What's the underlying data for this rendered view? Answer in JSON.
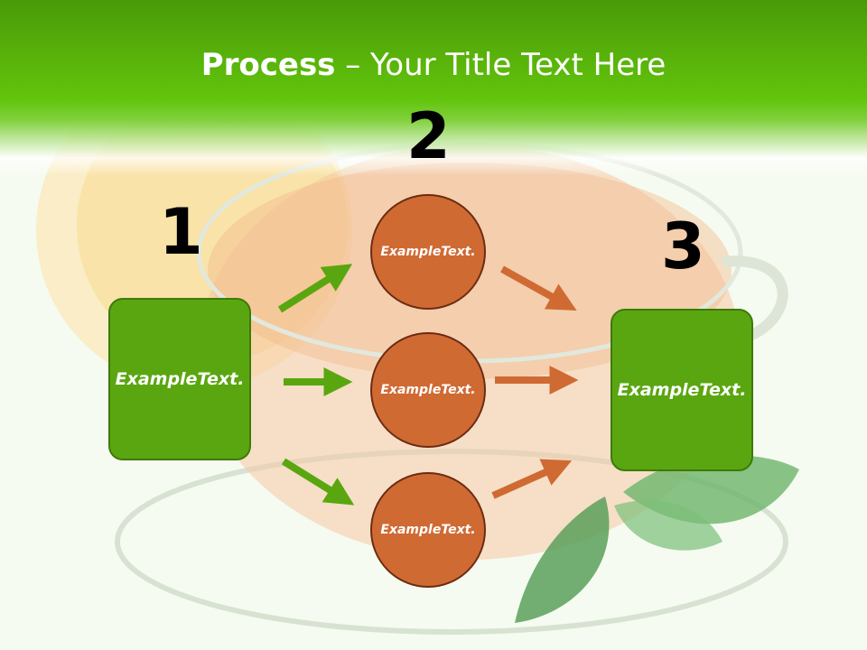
{
  "header": {
    "title_bold": "Process",
    "title_rest": " – Your Title Text Here"
  },
  "steps": {
    "one": "1",
    "two": "2",
    "three": "3"
  },
  "nodes": {
    "left_box": "Example Text.",
    "circle_top": "Example Text.",
    "circle_middle": "Example Text.",
    "circle_bottom": "Example Text.",
    "right_box": "Example Text."
  },
  "colors": {
    "green": "#5aa610",
    "orange": "#d06a33",
    "header_green": "#62c40c"
  },
  "background_image": "tea-cup-with-lemon-and-mint"
}
